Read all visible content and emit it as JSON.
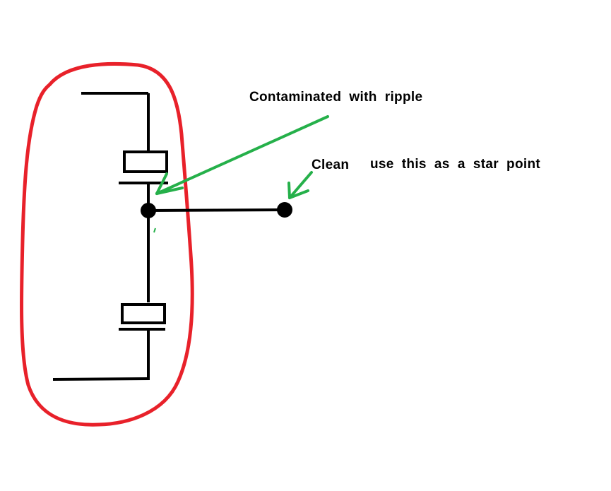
{
  "annotations": {
    "contaminated": "Contaminated  with  ripple",
    "clean": "Clean",
    "star_point": "use  this  as  a  star  point"
  },
  "colors": {
    "background": "#ffffff",
    "wire": "#000000",
    "highlight_loop": "#e8212a",
    "arrow": "#25b04a",
    "text": "#000000"
  },
  "icons": {
    "capacitor": "polarized-capacitor-symbol",
    "node": "junction-dot"
  }
}
